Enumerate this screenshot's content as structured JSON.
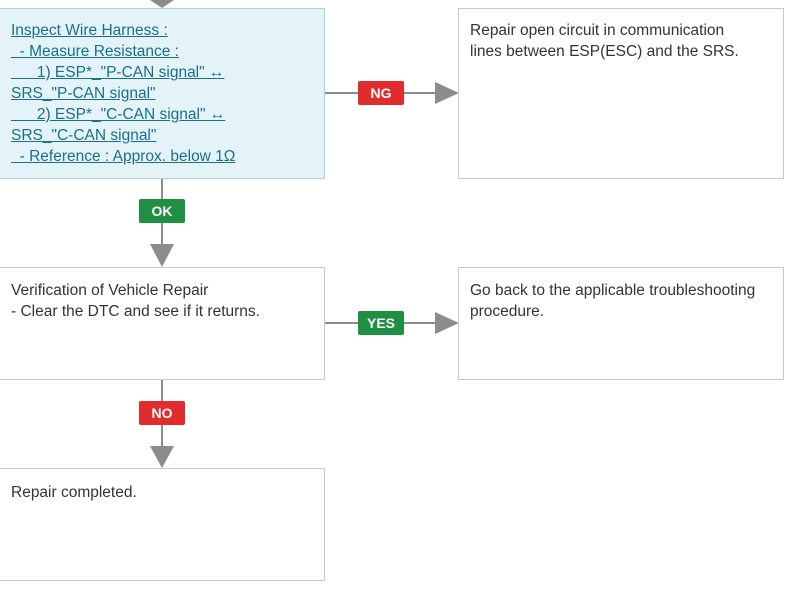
{
  "inspect_box": {
    "lines": [
      "Inspect Wire Harness :",
      "  - Measure Resistance :",
      "      1) ESP*_\"P-CAN signal\" ↔",
      "SRS_\"P-CAN signal\"",
      "      2) ESP*_\"C-CAN signal\" ↔",
      "SRS_\"C-CAN signal\"",
      "  - Reference : Approx. below 1Ω"
    ]
  },
  "repair_open_box": {
    "lines": [
      "Repair open circuit in communication",
      "lines between ESP(ESC) and the SRS."
    ]
  },
  "verification_box": {
    "lines": [
      "Verification of Vehicle Repair",
      "- Clear the DTC and see if it returns."
    ]
  },
  "go_back_box": {
    "lines": [
      "Go back to the applicable troubleshooting",
      "procedure."
    ]
  },
  "repair_completed_box": {
    "lines": [
      "Repair completed."
    ]
  },
  "badges": {
    "ng": "NG",
    "ok": "OK",
    "yes": "YES",
    "no": "NO"
  },
  "colors": {
    "red_badge": "#e02c2c",
    "green_badge": "#1f8f43",
    "arrow": "#8c8c8c",
    "link": "#1b6f8a"
  }
}
